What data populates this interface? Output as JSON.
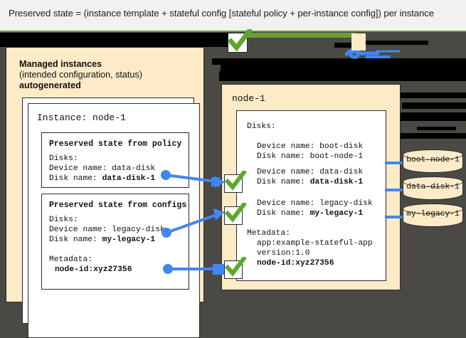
{
  "caption": {
    "text": "Preserved state = (instance template + stateful config [stateful policy + per-instance config]) per instance"
  },
  "colors": {
    "cream": "#fdebc8",
    "dark_backdrop": "#4a4944",
    "redaction": "#000000",
    "accent_blue": "#4285f4",
    "accent_green": "#6f9c3b",
    "check_green": "#5fa828",
    "caption_bg": "#f1f1f1"
  },
  "left_panel": {
    "title": "Managed instances",
    "subtitle": "(intended configuration, status)",
    "autogenerated": "autogenerated",
    "instance_label": "Instance: node-1",
    "policy_box": {
      "heading": "Preserved state from policy",
      "lines": [
        {
          "text": "Disks:",
          "bold": false
        },
        {
          "text": "  Device name: data-disk",
          "bold": false
        },
        {
          "text": "  Disk name: ",
          "bold": false,
          "bold_tail": "data-disk-1"
        }
      ],
      "disks_label": "Disks:",
      "device_name": "  Device name: data-disk",
      "disk_name_prefix": "  Disk name: ",
      "disk_name_value": "data-disk-1"
    },
    "configs_box": {
      "heading": "Preserved state from configs",
      "disks_label": "Disks:",
      "device_name": "  Device name: legacy-disk",
      "disk_name_prefix": "  Disk name: ",
      "disk_name_value": "my-legacy-1",
      "metadata_label": "Metadata:",
      "metadata_value": "node-id:xyz27356"
    }
  },
  "right_panel": {
    "node_title": "node-1",
    "disks_label": "Disks:",
    "boot": {
      "device_name": "Device name: boot-disk",
      "disk_name": "Disk name: boot-node-1"
    },
    "data": {
      "device_name": "Device name: data-disk",
      "disk_name_prefix": "Disk name: ",
      "disk_name_value": "data-disk-1"
    },
    "legacy": {
      "device_name": "Device name: legacy-disk",
      "disk_name_prefix": "Disk name: ",
      "disk_name_value": "my-legacy-1"
    },
    "metadata": {
      "label": "Metadata:",
      "app": "app:example-stateful-app",
      "version": "version:1.0",
      "node_id": "node-id:xyz27356"
    }
  },
  "disks": [
    {
      "label": "boot-node-1"
    },
    {
      "label": "data-disk-1"
    },
    {
      "label": "my-legacy-1"
    }
  ]
}
